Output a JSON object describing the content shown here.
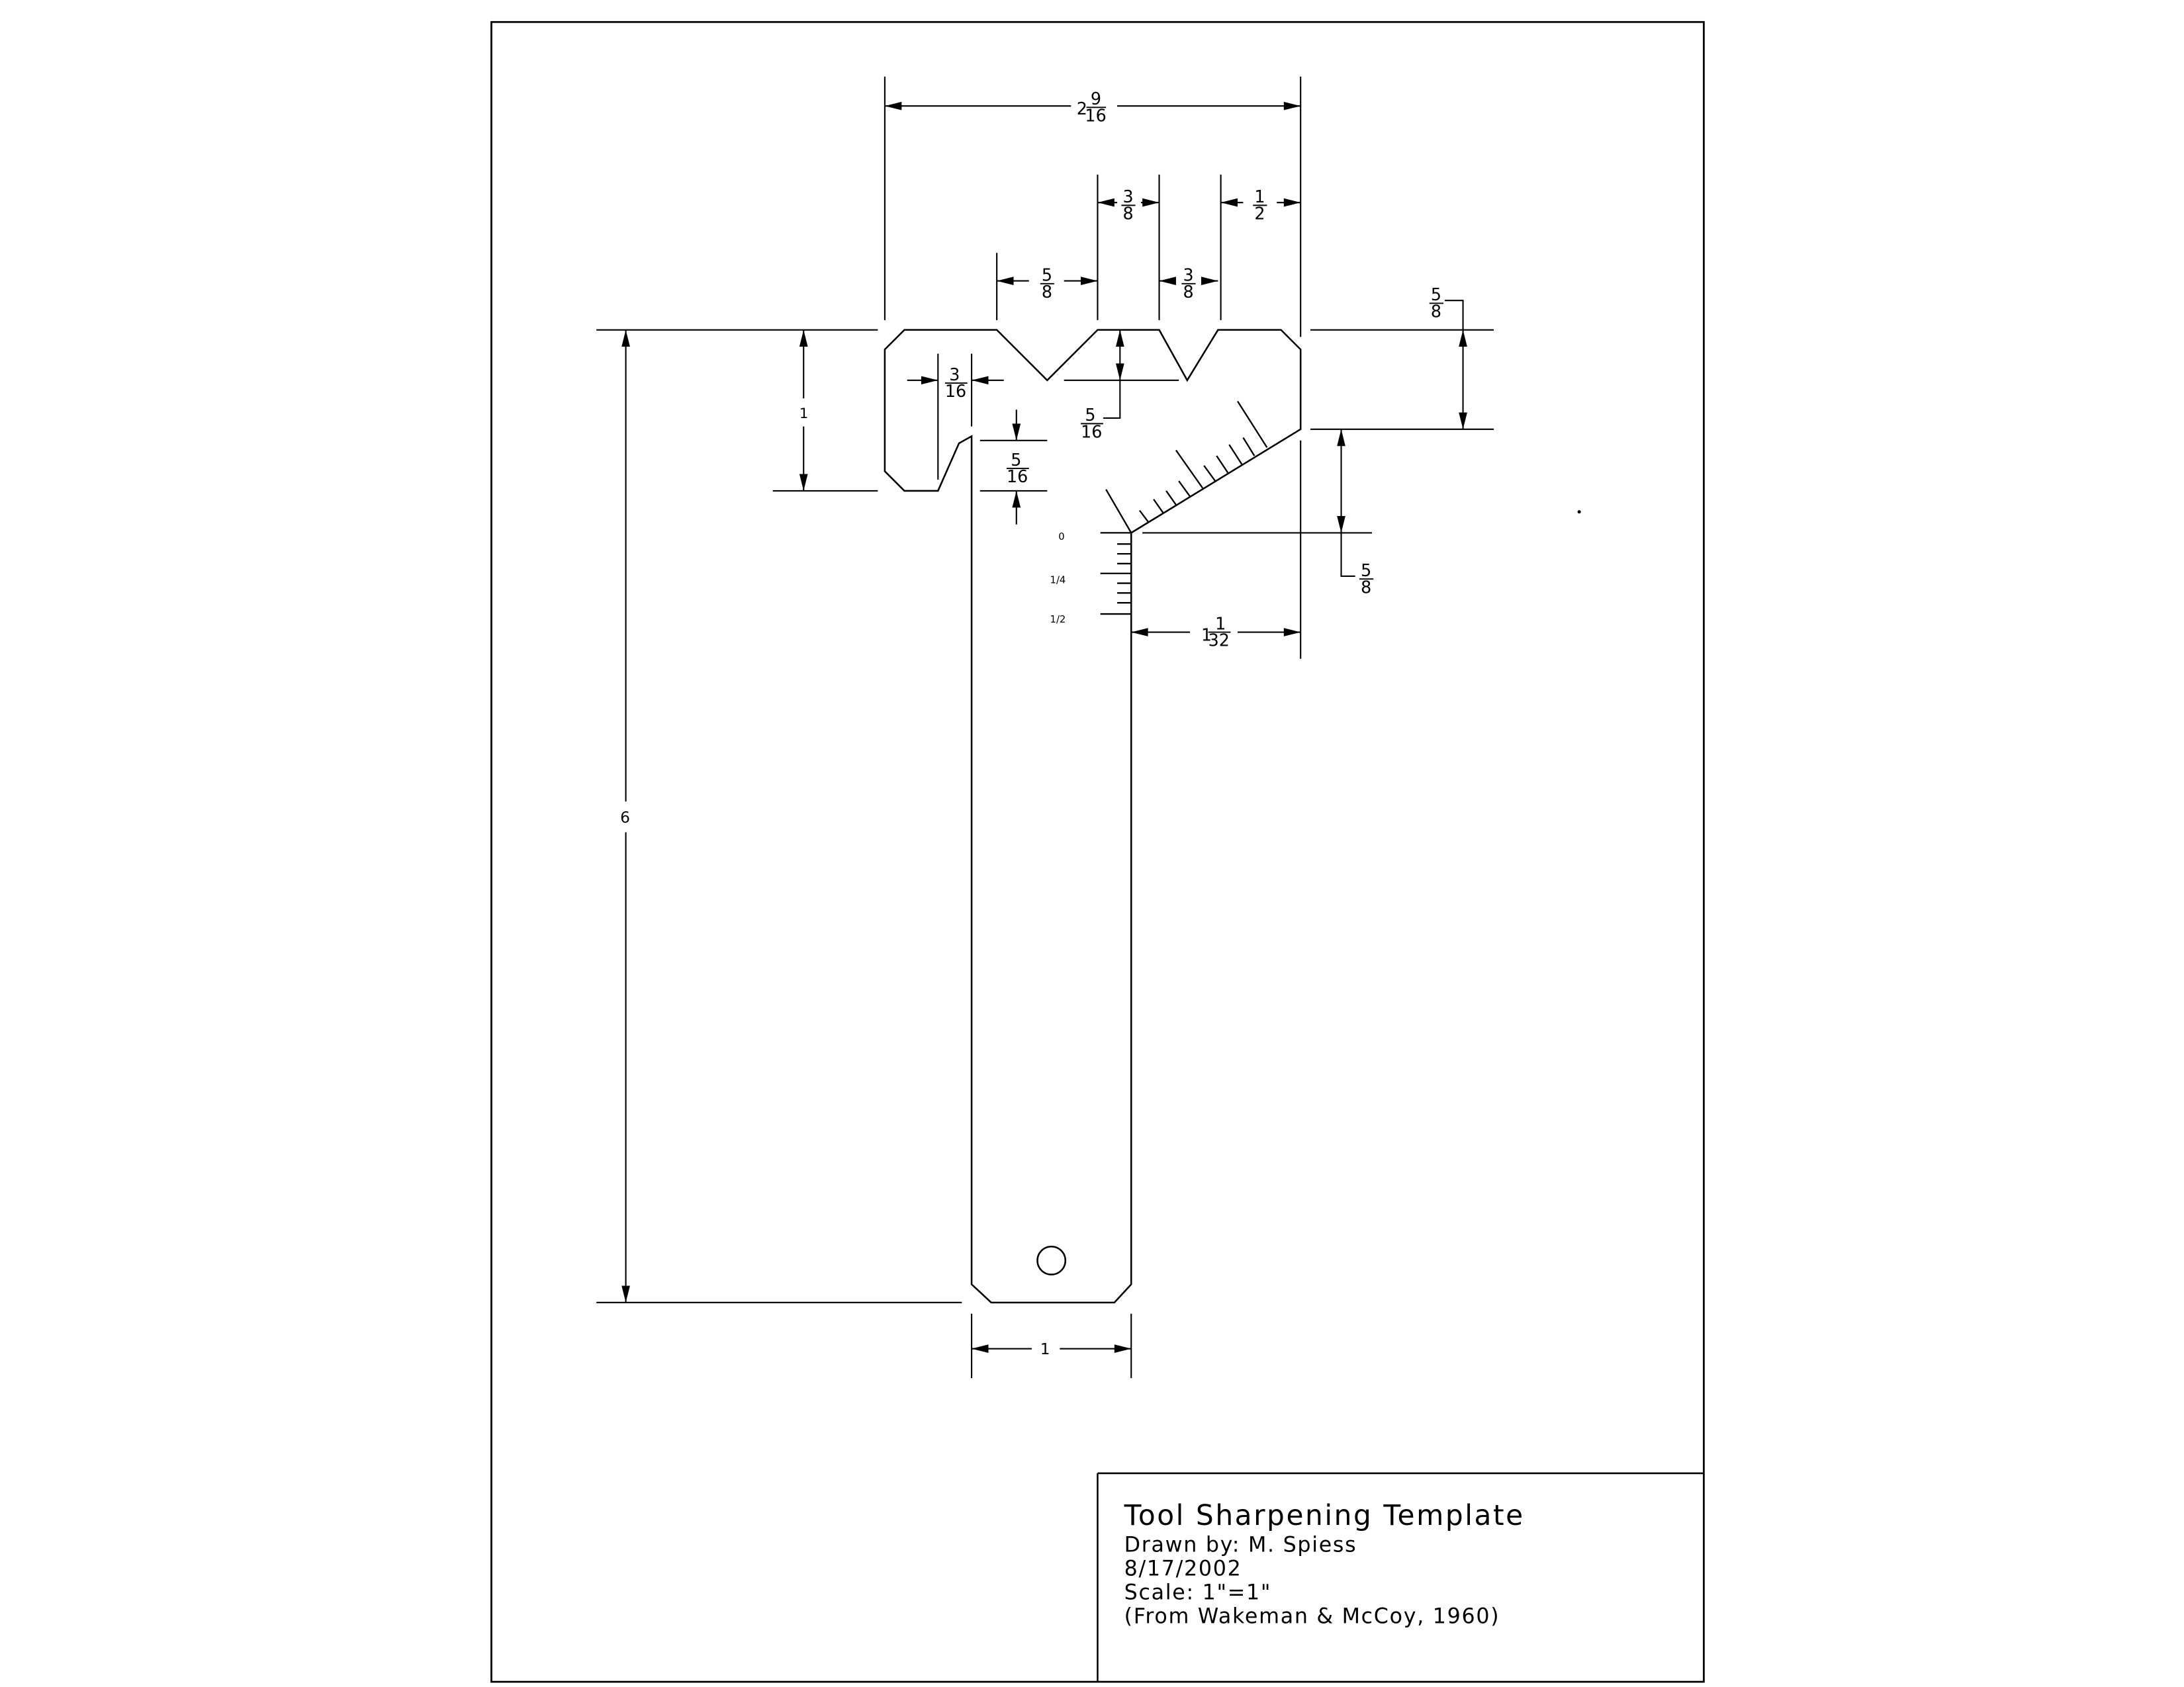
{
  "title_block": {
    "title": "Tool Sharpening Template",
    "drawn_by": "Drawn by: M. Spiess",
    "date": "8/17/2002",
    "scale": "Scale: 1\"=1\"",
    "source": "(From Wakeman & McCoy, 1960)"
  },
  "dimensions": {
    "overall_width": {
      "whole": "2",
      "num": "9",
      "den": "16"
    },
    "top_3_8_a": {
      "num": "3",
      "den": "8"
    },
    "top_1_2": {
      "num": "1",
      "den": "2"
    },
    "v_5_8": {
      "num": "5",
      "den": "8"
    },
    "v_3_8_b": {
      "num": "3",
      "den": "8"
    },
    "right_5_8_top": {
      "num": "5",
      "den": "8"
    },
    "right_5_8_low": {
      "num": "5",
      "den": "8"
    },
    "notch_3_16": {
      "num": "3",
      "den": "16"
    },
    "v_depth_5_16": {
      "num": "5",
      "den": "16"
    },
    "slot_5_16": {
      "num": "5",
      "den": "16"
    },
    "head_height": "1",
    "overall_height": "6",
    "handle_width": "1",
    "right_1_1_32": {
      "whole": "1",
      "num": "1",
      "den": "32"
    }
  },
  "scale_labels": [
    "0",
    "1/4",
    "1/2"
  ]
}
